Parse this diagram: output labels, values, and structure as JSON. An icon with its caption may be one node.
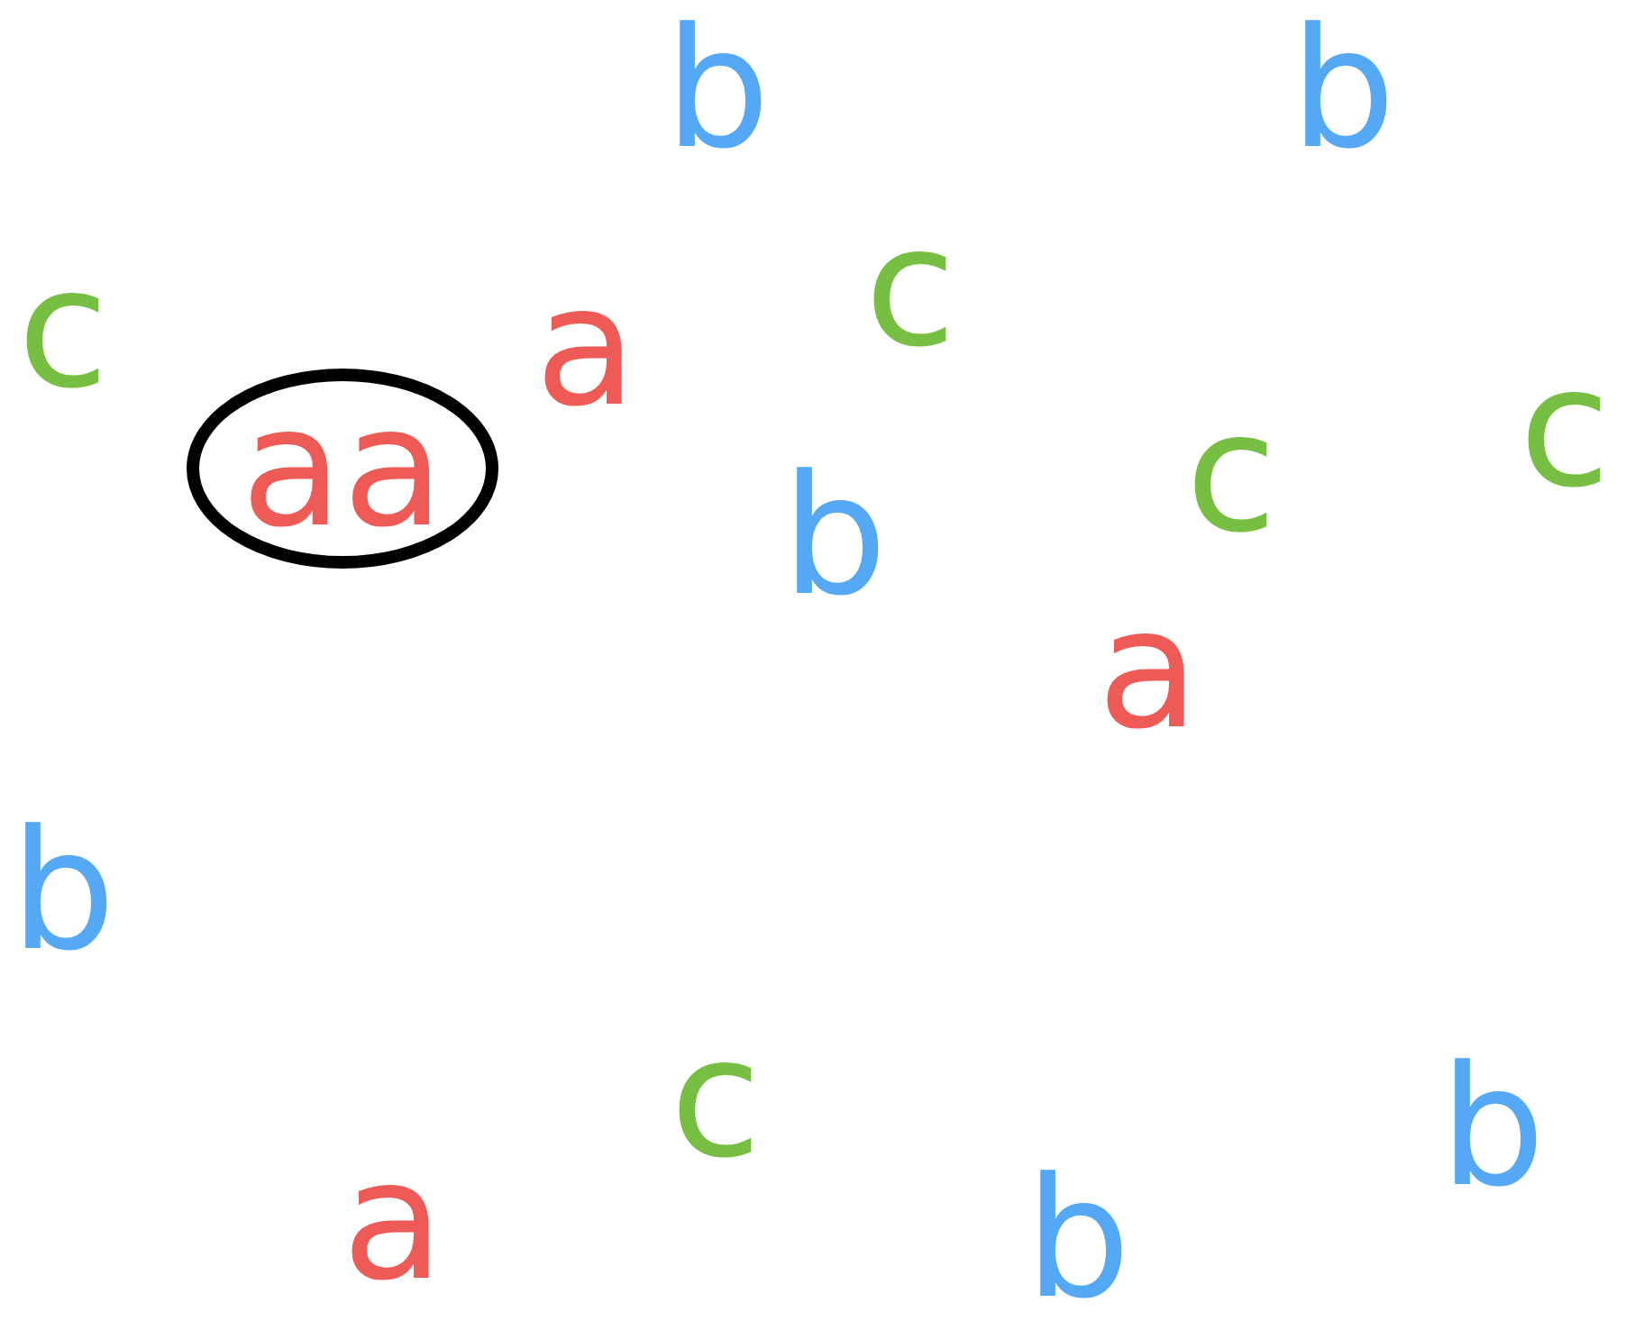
{
  "diagram": {
    "nodes": [
      {
        "text": [
          "aa"
        ]
      }
    ],
    "labels": [
      "b",
      "b",
      "c",
      "c",
      "a",
      "c",
      "c",
      "b",
      "a",
      "b",
      "c",
      "b",
      "a",
      "b"
    ]
  }
}
